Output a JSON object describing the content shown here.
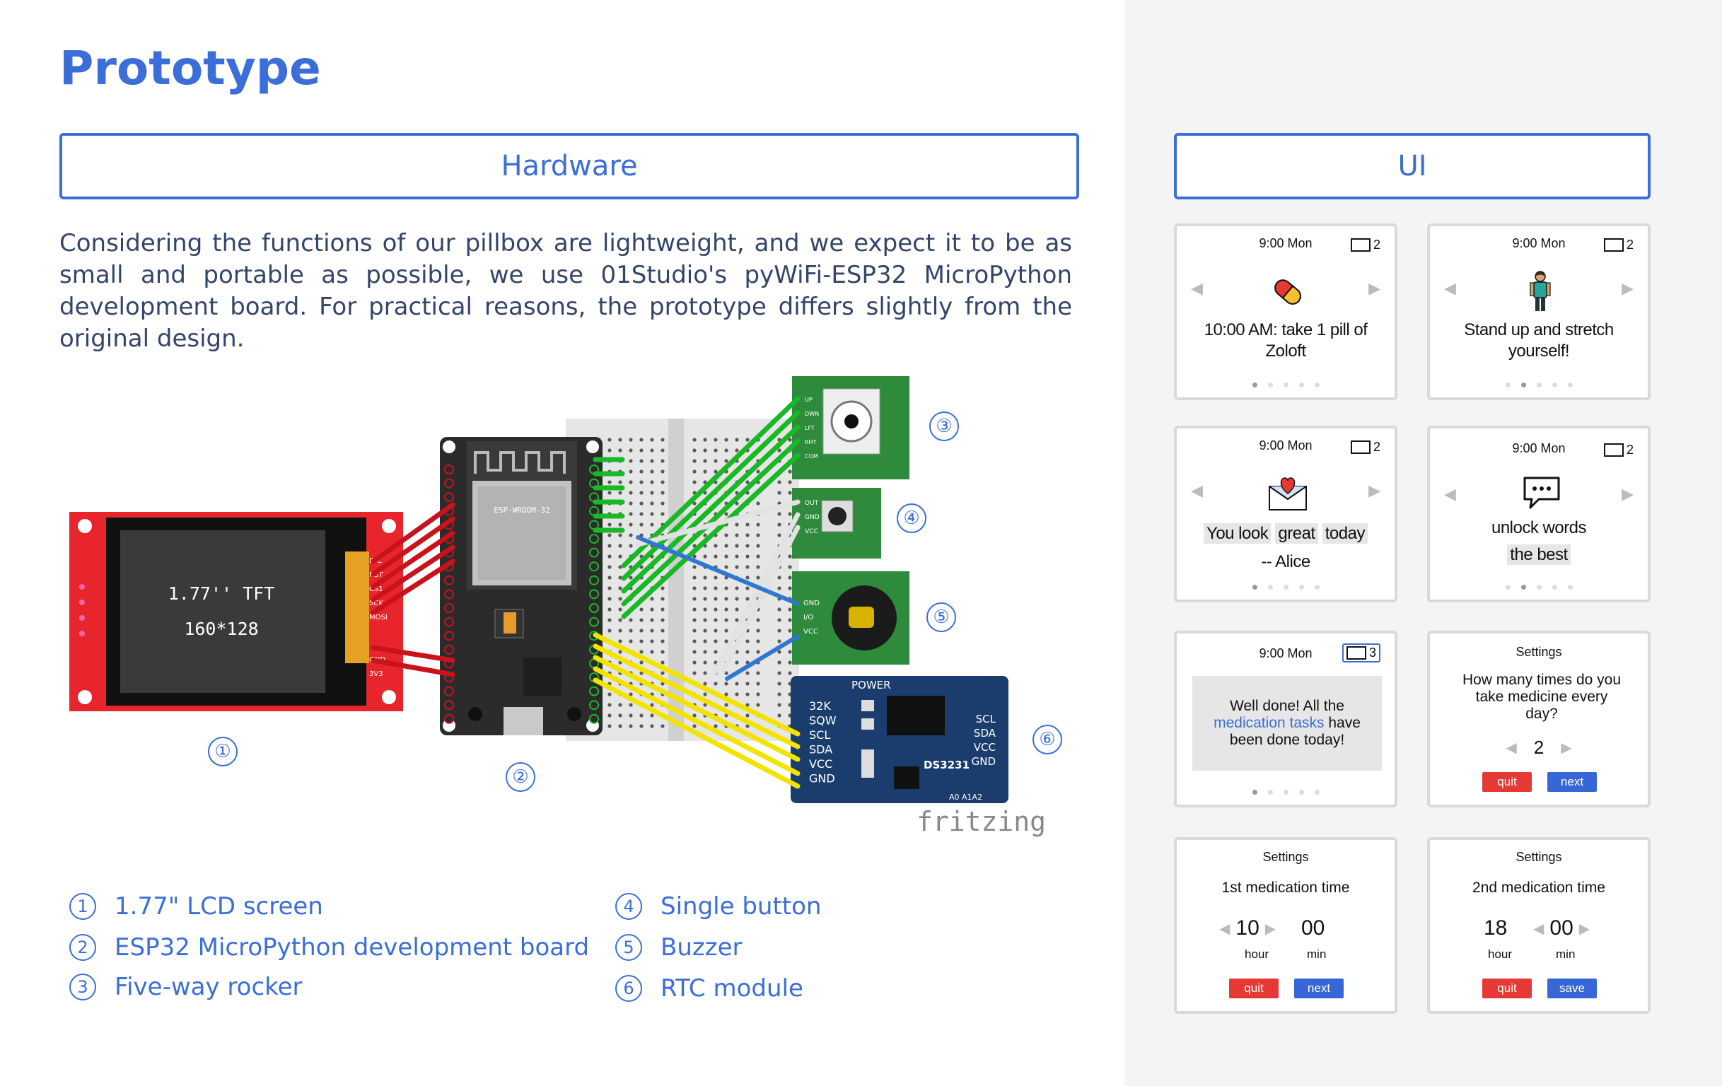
{
  "page": {
    "title": "Prototype"
  },
  "hardware": {
    "header": "Hardware",
    "intro": "Considering the functions of our pillbox are lightweight, and we expect it to be as small and portable as possible, we use 01Studio's pyWiFi-ESP32 MicroPython development board. For practical reasons, the prototype differs slightly from the original design.",
    "lcd_text_1": "1.77'' TFT",
    "lcd_text_2": "160*128",
    "lcd_pins": [
      "D/C",
      "RST",
      "CS1",
      "SCK",
      "MOSI",
      "",
      "",
      "GND",
      "3V3"
    ],
    "esp_chip": "ESP-WROOM-32",
    "rocker_pins": [
      "UP",
      "DWN",
      "LFT",
      "RHT",
      "COM"
    ],
    "button_pins": [
      "OUT",
      "GND",
      "VCC"
    ],
    "buzzer_pins": [
      "GND",
      "I/O",
      "VCC"
    ],
    "rtc": {
      "power": "POWER",
      "left_pins": [
        "32K",
        "SQW",
        "SCL",
        "SDA",
        "VCC",
        "GND"
      ],
      "right_pins": [
        "SCL",
        "SDA",
        "VCC",
        "GND"
      ],
      "chip": "DS3231",
      "addr": "A0 A1A2"
    },
    "watermark": "fritzing",
    "callouts": [
      "①",
      "②",
      "③",
      "④",
      "⑤",
      "⑥"
    ],
    "legend": [
      {
        "num": "1",
        "label": "1.77\" LCD screen"
      },
      {
        "num": "2",
        "label": "ESP32 MicroPython development board"
      },
      {
        "num": "3",
        "label": "Five-way rocker"
      },
      {
        "num": "4",
        "label": "Single button"
      },
      {
        "num": "5",
        "label": "Buzzer"
      },
      {
        "num": "6",
        "label": "RTC module"
      }
    ]
  },
  "ui": {
    "header": "UI",
    "time": "9:00 Mon",
    "cards": {
      "c1": {
        "badge": "2",
        "msg": "10:00 AM: take 1 pill of Zoloft",
        "icon": "pill-icon"
      },
      "c2": {
        "badge": "2",
        "msg": "Stand up and stretch yourself!",
        "icon": "person-icon"
      },
      "c3": {
        "badge": "2",
        "w1": "You look",
        "w2": "great",
        "w3": "today",
        "sig": "-- Alice",
        "icon": "love-letter-icon"
      },
      "c4": {
        "badge": "2",
        "l1": "unlock words",
        "l2": "the best",
        "icon": "speech-bubble-icon"
      },
      "c5": {
        "badge": "3",
        "p1": "Well done! All the",
        "hl": "medication tasks",
        "p2": "have",
        "p3": "been done today!"
      },
      "c6": {
        "title": "Settings",
        "q": "How many times do you take medicine every day?",
        "value": "2",
        "quit": "quit",
        "next": "next"
      },
      "c7": {
        "title": "Settings",
        "q": "1st medication time",
        "hour": "10",
        "min": "00",
        "hour_lbl": "hour",
        "min_lbl": "min",
        "quit": "quit",
        "next": "next"
      },
      "c8": {
        "title": "Settings",
        "q": "2nd medication time",
        "hour": "18",
        "min": "00",
        "hour_lbl": "hour",
        "min_lbl": "min",
        "quit": "quit",
        "save": "save"
      }
    }
  },
  "colors": {
    "accent": "#3b6ed8",
    "red_wire": "#c8131d",
    "green_wire": "#1ab827",
    "yellow_wire": "#f3e300",
    "blue_wire": "#2f77cf",
    "white_wire": "#e2e2e2",
    "pcb_green": "#2e8b3c",
    "rtc_blue": "#1a3d6d"
  }
}
